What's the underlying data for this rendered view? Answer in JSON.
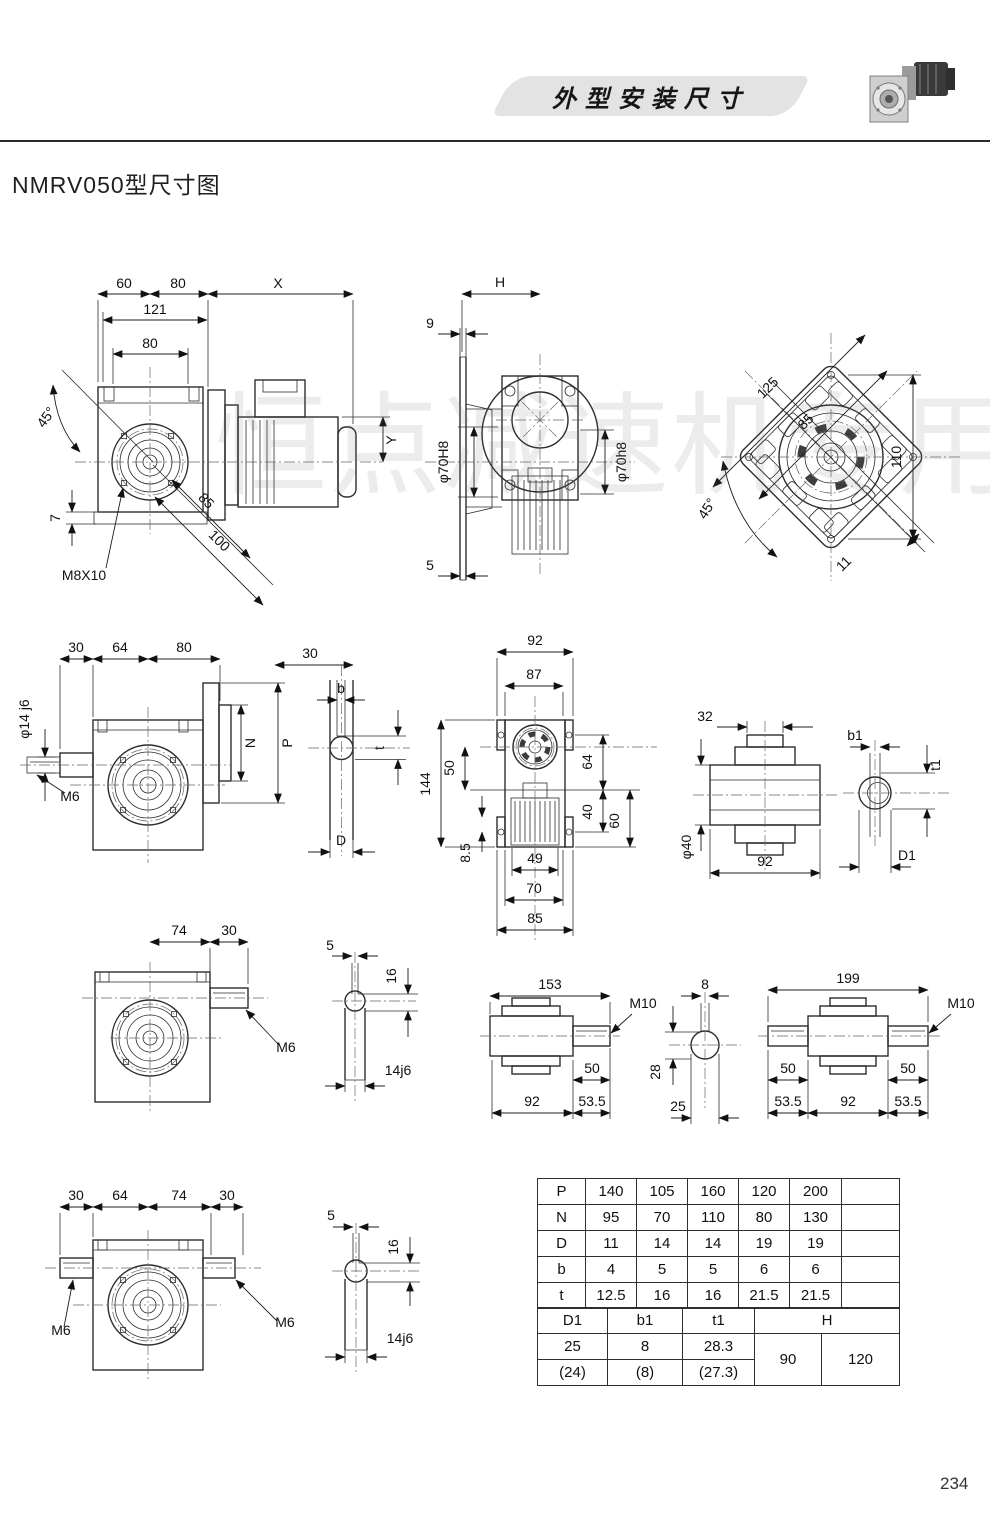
{
  "header": {
    "banner_title": "外型安装尺寸",
    "product_photo": "worm-gearbox-with-motor"
  },
  "page_title": "NMRV050型尺寸图",
  "watermark_text": "恒点减速机专用",
  "page_number": "234",
  "drawings": {
    "front_view": {
      "dims": {
        "d60": "60",
        "d80_top": "80",
        "dX": "X",
        "d121": "121",
        "d80_flange": "80",
        "a45": "45°",
        "d7": "7",
        "m8x10": "M8X10",
        "d85": "85",
        "d100": "100",
        "dY": "Y"
      }
    },
    "side_view": {
      "dims": {
        "dH": "H",
        "d9": "9",
        "d70H8": "φ70H8",
        "d70h8": "φ70h8",
        "d5": "5"
      }
    },
    "flange_view": {
      "dims": {
        "d125": "125",
        "d85": "85",
        "d110": "110",
        "a45": "45°",
        "d11": "11"
      }
    },
    "shaft_input_view": {
      "dims": {
        "d30": "30",
        "d64": "64",
        "d80": "80",
        "d14j6": "φ14 j6",
        "m6": "M6",
        "dN": "N",
        "dP": "P"
      }
    },
    "key_section_output": {
      "dims": {
        "d30": "30",
        "db": "b",
        "dt": "t",
        "dD": "D"
      }
    },
    "back_view": {
      "dims": {
        "d92": "92",
        "d87": "87",
        "d144": "144",
        "d50": "50",
        "d64": "64",
        "d40": "40",
        "d60": "60",
        "d8_5": "8.5",
        "d49": "49",
        "d70": "70",
        "d85": "85"
      }
    },
    "hollow_shaft_view": {
      "dims": {
        "d32": "32",
        "d40": "φ40",
        "d92": "92"
      }
    },
    "hollow_key_section": {
      "dims": {
        "b1": "b1",
        "t1": "t1",
        "D1": "D1"
      }
    },
    "output_shaft_view": {
      "dims": {
        "d74": "74",
        "d30": "30",
        "m6": "M6"
      }
    },
    "output_key_section": {
      "dims": {
        "d5": "5",
        "d16": "16",
        "d14j6": "14j6"
      }
    },
    "worm_single_ext": {
      "dims": {
        "d153": "153",
        "m10": "M10",
        "d50": "50",
        "d92": "92",
        "d53_5": "53.5"
      }
    },
    "worm_key_section": {
      "dims": {
        "d8": "8",
        "d28": "28",
        "d25": "25"
      }
    },
    "worm_double_ext": {
      "dims": {
        "d199": "199",
        "m10": "M10",
        "d50_left": "50",
        "d50_right": "50",
        "d53_5_left": "53.5",
        "d92": "92",
        "d53_5_right": "53.5"
      }
    },
    "double_shaft_view": {
      "dims": {
        "d30_left": "30",
        "d64": "64",
        "d74": "74",
        "d30_right": "30",
        "m6_left": "M6",
        "m6_right": "M6"
      }
    },
    "double_key_section": {
      "dims": {
        "d5": "5",
        "d16": "16",
        "d14j6": "14j6"
      }
    }
  },
  "table": {
    "rows": [
      {
        "label": "P",
        "values": [
          "140",
          "105",
          "160",
          "120",
          "200",
          ""
        ]
      },
      {
        "label": "N",
        "values": [
          "95",
          "70",
          "110",
          "80",
          "130",
          ""
        ]
      },
      {
        "label": "D",
        "values": [
          "11",
          "14",
          "14",
          "19",
          "19",
          ""
        ]
      },
      {
        "label": "b",
        "values": [
          "4",
          "5",
          "5",
          "6",
          "6",
          ""
        ]
      },
      {
        "label": "t",
        "values": [
          "12.5",
          "16",
          "16",
          "21.5",
          "21.5",
          ""
        ]
      }
    ],
    "bottom": {
      "headers": [
        "D1",
        "b1",
        "t1",
        "H"
      ],
      "row1": [
        "25",
        "8",
        "28.3",
        "90",
        "120"
      ],
      "row2": [
        "(24)",
        "(8)",
        "(27.3)"
      ]
    }
  }
}
